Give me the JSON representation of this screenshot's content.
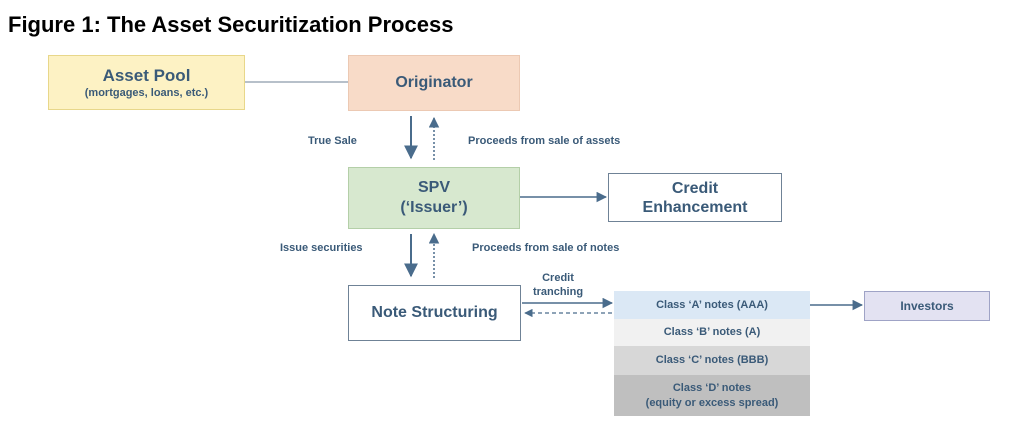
{
  "figure": {
    "title": "Figure 1: The Asset Securitization Process"
  },
  "nodes": {
    "asset_pool": {
      "label": "Asset Pool",
      "sublabel": "(mortgages, loans, etc.)"
    },
    "originator": {
      "label": "Originator"
    },
    "spv": {
      "label": "SPV",
      "sublabel": "(‘Issuer’)"
    },
    "credit_enhancement": {
      "line1": "Credit",
      "line2": "Enhancement"
    },
    "note_structuring": {
      "label": "Note Structuring"
    },
    "investors": {
      "label": "Investors"
    }
  },
  "tranches": [
    {
      "label": "Class ‘A’ notes (AAA)"
    },
    {
      "label": "Class ‘B’ notes (A)"
    },
    {
      "label": "Class ‘C’ notes (BBB)"
    },
    {
      "label": "Class ‘D’ notes",
      "sublabel": "(equity or excess spread)"
    }
  ],
  "edge_labels": {
    "true_sale": "True Sale",
    "proceeds_assets": "Proceeds from sale of assets",
    "issue_securities": "Issue securities",
    "proceeds_notes": "Proceeds from sale of notes",
    "credit_tranching_1": "Credit",
    "credit_tranching_2": "tranching"
  },
  "colors": {
    "text": "#3a5a78",
    "arrow": "#4a6c8c",
    "asset_pool_fill": "#fdf2c4",
    "originator_fill": "#f8dbc8",
    "spv_fill": "#d7e8cf",
    "investors_fill": "#e3e2f2",
    "tranche_a_fill": "#dbe8f5",
    "tranche_b_fill": "#f1f1f1",
    "tranche_c_fill": "#d7d7d7",
    "tranche_d_fill": "#bfbfbf"
  }
}
